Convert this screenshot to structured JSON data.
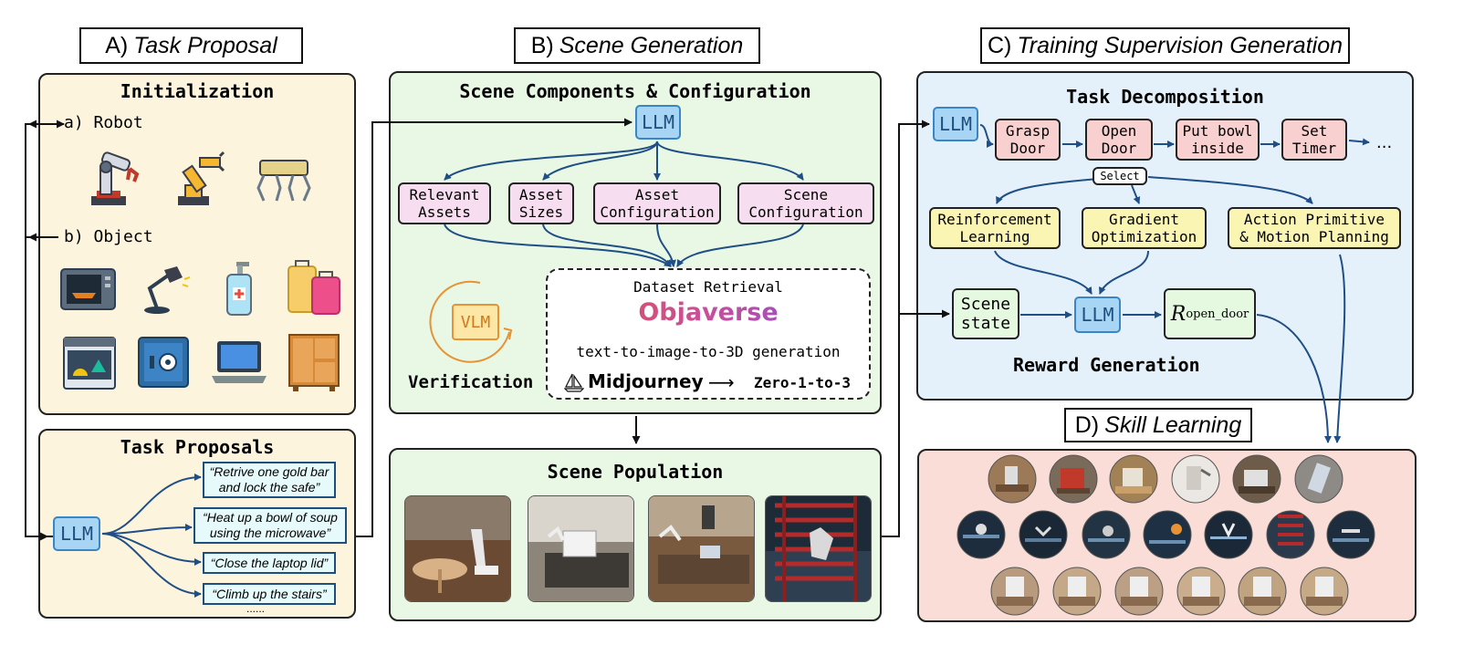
{
  "sections": {
    "a": {
      "prefix": "A)",
      "title": "Task Proposal"
    },
    "b": {
      "prefix": "B)",
      "title": "Scene Generation"
    },
    "c": {
      "prefix": "C)",
      "title": "Training Supervision Generation"
    },
    "d": {
      "prefix": "D)",
      "title": "Skill Learning"
    }
  },
  "task_proposal": {
    "init_heading": "Initialization",
    "robot_label": "a) Robot",
    "object_label": "b) Object",
    "robots": [
      "robot-arm-icon",
      "industrial-arm-icon",
      "quadruped-robot-icon"
    ],
    "objects": [
      "microwave-icon",
      "desk-lamp-icon",
      "sanitizer-bottle-icon",
      "suitcase-icon",
      "dishwasher-icon",
      "safe-icon",
      "laptop-icon",
      "cabinet-icon"
    ],
    "proposals_heading": "Task Proposals",
    "llm": "LLM",
    "proposals": [
      "“Retrive one gold bar\nand lock the safe”",
      "“Heat up a bowl of soup\nusing the microwave”",
      "“Close the laptop lid”",
      "“Climb up the stairs”"
    ],
    "more": "......"
  },
  "scene_generation": {
    "heading": "Scene Components & Configuration",
    "llm": "LLM",
    "components": [
      "Relevant\nAssets",
      "Asset\nSizes",
      "Asset\nConfiguration",
      "Scene\nConfiguration"
    ],
    "vlm": "VLM",
    "verification": "Verification",
    "retrieval_title": "Dataset Retrieval",
    "objaverse": "Objaverse",
    "generation_text": "text-to-image-to-3D generation",
    "midjourney": "Midjourney",
    "arrow": "⟶",
    "zero123": "Zero-1-to-3",
    "population_heading": "Scene Population"
  },
  "training_supervision": {
    "heading": "Task Decomposition",
    "llm": "LLM",
    "steps": [
      "Grasp\nDoor",
      "Open\nDoor",
      "Put bowl\ninside",
      "Set\nTimer"
    ],
    "ellipsis": "...",
    "select": "Select",
    "methods": [
      "Reinforcement\nLearning",
      "Gradient\nOptimization",
      "Action Primitive\n& Motion Planning"
    ],
    "scene_state": "Scene\nstate",
    "llm2": "LLM",
    "reward_symbol": "R",
    "reward_subscript": "open_door",
    "reward_generation": "Reward Generation"
  },
  "colors": {
    "arrow": "#1f4f86",
    "panel_a": "#fcf4dd",
    "panel_b": "#e8f8e4",
    "panel_c": "#e4f1fb",
    "panel_d": "#f9ddd6",
    "llm_fill": "#a9d5f4",
    "objaverse_start": "#e0554a",
    "objaverse_end": "#7d4fd8"
  }
}
